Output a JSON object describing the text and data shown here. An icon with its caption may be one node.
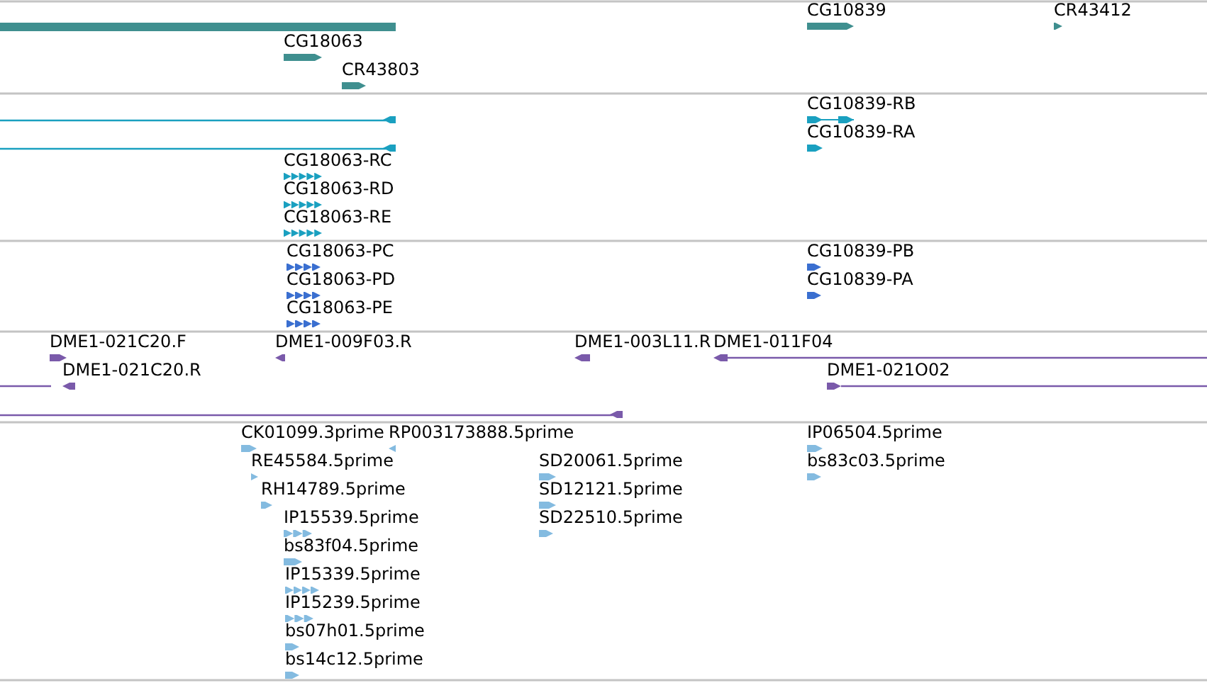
{
  "diagram": {
    "labels": [
      "CG18063",
      "CR43803",
      "CG10839",
      "CR43412",
      "CG10839-RB",
      "CG10839-RA",
      "CG18063-RC",
      "CG18063-RD",
      "CG18063-RE",
      "CG18063-PC",
      "CG10839-PB",
      "CG18063-PD",
      "CG10839-PA",
      "CG18063-PE",
      "DME1-021C20.F",
      "DME1-009F03.R",
      "DME1-003L11.R",
      "DME1-011F04",
      "DME1-021C20.R",
      "DME1-021O02",
      "CK01099.3prime",
      "RP003173888.5prime",
      "IP06504.5prime",
      "RE45584.5prime",
      "SD20061.5prime",
      "bs83c03.5prime",
      "RH14789.5prime",
      "SD12121.5prime",
      "IP15539.5prime",
      "SD22510.5prime",
      "bs83f04.5prime",
      "IP15339.5prime",
      "IP15239.5prime",
      "bs07h01.5prime",
      "bs14c12.5prime"
    ]
  }
}
